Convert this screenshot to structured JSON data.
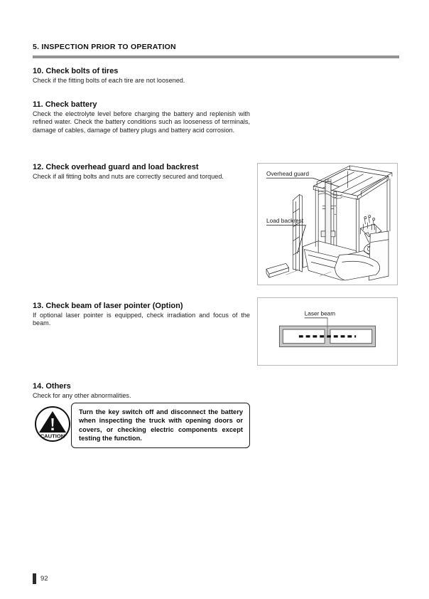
{
  "header": {
    "chapter_title": "5. INSPECTION PRIOR TO OPERATION",
    "rule_color": "#949494"
  },
  "sections": [
    {
      "id": "sec10",
      "title": "10. Check bolts of tires",
      "body": "Check if the fitting bolts of each tire are not loosened."
    },
    {
      "id": "sec11",
      "title": "11. Check battery",
      "body": "Check the electrolyte level before charging the battery and replenish with refined water.\nCheck the battery conditions such as looseness of terminals, damage of cables, damage of battery plugs and battery acid corrosion."
    },
    {
      "id": "sec12",
      "title": "12. Check overhead guard and load backrest",
      "body": "Check if all fitting bolts and nuts are correctly secured and torqued."
    },
    {
      "id": "sec13",
      "title": "13. Check beam of laser pointer (Option)",
      "body": "If optional laser pointer is equipped, check irradiation and focus of the beam."
    },
    {
      "id": "sec14",
      "title": "14. Others",
      "body": "Check for any other abnormalities."
    }
  ],
  "figures": {
    "overhead_guard": {
      "name": "overhead-guard-illustration",
      "labels": {
        "overhead_guard": "Overhead guard",
        "load_backrest": "Load backrest"
      }
    },
    "laser": {
      "name": "laser-beam-illustration",
      "labels": {
        "laser_beam": "Laser beam"
      }
    }
  },
  "caution": {
    "icon_label": "CAUTION",
    "text": "Turn the key switch off and disconnect the battery when inspecting the truck with opening doors or covers, or checking electric components except testing the function."
  },
  "footer": {
    "page_number": "92"
  }
}
